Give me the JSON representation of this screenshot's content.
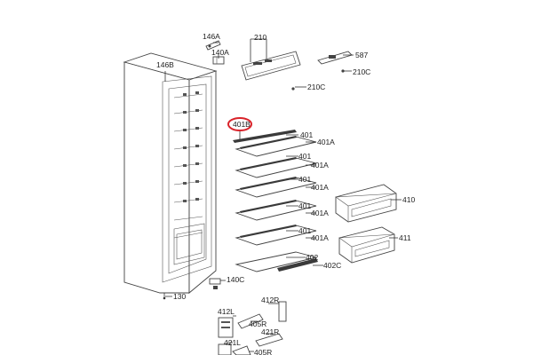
{
  "accent_color": "#d9232a",
  "labels": {
    "l146A": "146A",
    "l146B": "146B",
    "l140A": "140A",
    "l210": "210",
    "l587": "587",
    "l210C_right": "210C",
    "l210C_bottom": "210C",
    "l401B": "401B",
    "l401_1": "401",
    "l401A_1": "401A",
    "l401_2": "401",
    "l401A_2": "401A",
    "l401_3": "401",
    "l401A_3": "401A",
    "l401_4": "401",
    "l401A_4": "401A",
    "l401_5": "401",
    "l401A_5": "401A",
    "l402": "402",
    "l402C": "402C",
    "l410": "410",
    "l411": "411",
    "l140C": "140C",
    "l130": "130",
    "l412R": "412R",
    "l412L": "412L",
    "l405R_1": "405R",
    "l421R": "421R",
    "l421L": "421L",
    "l405R_2": "405R"
  }
}
